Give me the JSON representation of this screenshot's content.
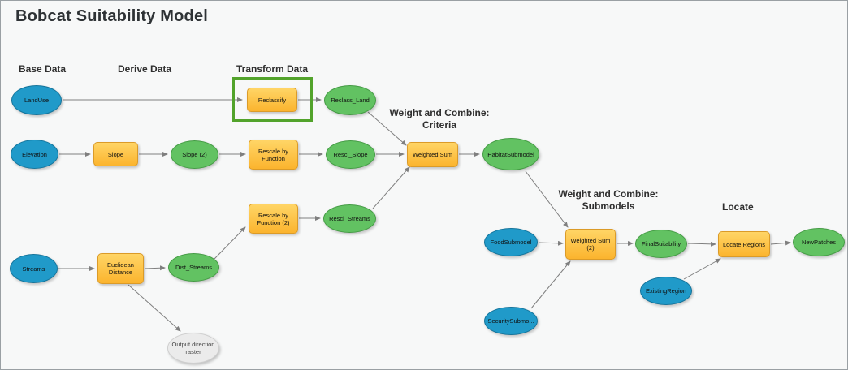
{
  "title": "Bobcat Suitability Model",
  "sections": {
    "base_data": "Base Data",
    "derive_data": "Derive Data",
    "transform_data": "Transform Data",
    "weight_combine_criteria": {
      "line1": "Weight and Combine:",
      "line2": "Criteria"
    },
    "weight_combine_submodels": {
      "line1": "Weight and Combine:",
      "line2": "Submodels"
    },
    "locate": "Locate"
  },
  "nodes": {
    "landuse": {
      "label": "LandUse",
      "type": "input-data"
    },
    "reclassify": {
      "label": "Reclassify",
      "type": "tool",
      "highlighted": true
    },
    "reclass_land": {
      "label": "Reclass_Land",
      "type": "derived-data"
    },
    "elevation": {
      "label": "Elevation",
      "type": "input-data"
    },
    "slope": {
      "label": "Slope",
      "type": "tool"
    },
    "slope_2": {
      "label": "Slope (2)",
      "type": "derived-data"
    },
    "rescale_by_function": {
      "label": "Rescale by Function",
      "type": "tool"
    },
    "rescl_slope": {
      "label": "Rescl_Slope",
      "type": "derived-data"
    },
    "weighted_sum": {
      "label": "Weighted Sum",
      "type": "tool"
    },
    "habitat_submodel": {
      "label": "HabitatSubmodel",
      "type": "derived-data"
    },
    "rescale_by_function_2": {
      "label": "Rescale by Function (2)",
      "type": "tool"
    },
    "rescl_streams": {
      "label": "Rescl_Streams",
      "type": "derived-data"
    },
    "streams": {
      "label": "Streams",
      "type": "input-data"
    },
    "euclidean_distance": {
      "label": "Euclidean Distance",
      "type": "tool"
    },
    "dist_streams": {
      "label": "Dist_Streams",
      "type": "derived-data"
    },
    "output_direction_raster": {
      "label": "Output direction raster",
      "type": "unused-output"
    },
    "food_submodel": {
      "label": "FoodSubmodel",
      "type": "input-data"
    },
    "security_submodel": {
      "label": "SecuritySubmo...",
      "type": "input-data"
    },
    "weighted_sum_2": {
      "label": "Weighted Sum (2)",
      "type": "tool"
    },
    "final_suitability": {
      "label": "FinalSuitability",
      "type": "derived-data"
    },
    "existing_region": {
      "label": "ExistingRegion",
      "type": "input-data"
    },
    "locate_regions": {
      "label": "Locate Regions",
      "type": "tool"
    },
    "new_patches": {
      "label": "NewPatches",
      "type": "derived-data"
    }
  },
  "colors": {
    "input_fill": "#209ac9",
    "input_border": "#15759c",
    "derived_fill": "#62c262",
    "derived_border": "#459c45",
    "tool_fill_top": "#ffd566",
    "tool_fill_bottom": "#fbb42e",
    "tool_border": "#db9b28",
    "unused_fill": "#ebebeb",
    "unused_border": "#cfcfcf",
    "highlight_border": "#52a32b",
    "connector": "#7f7f7f"
  }
}
